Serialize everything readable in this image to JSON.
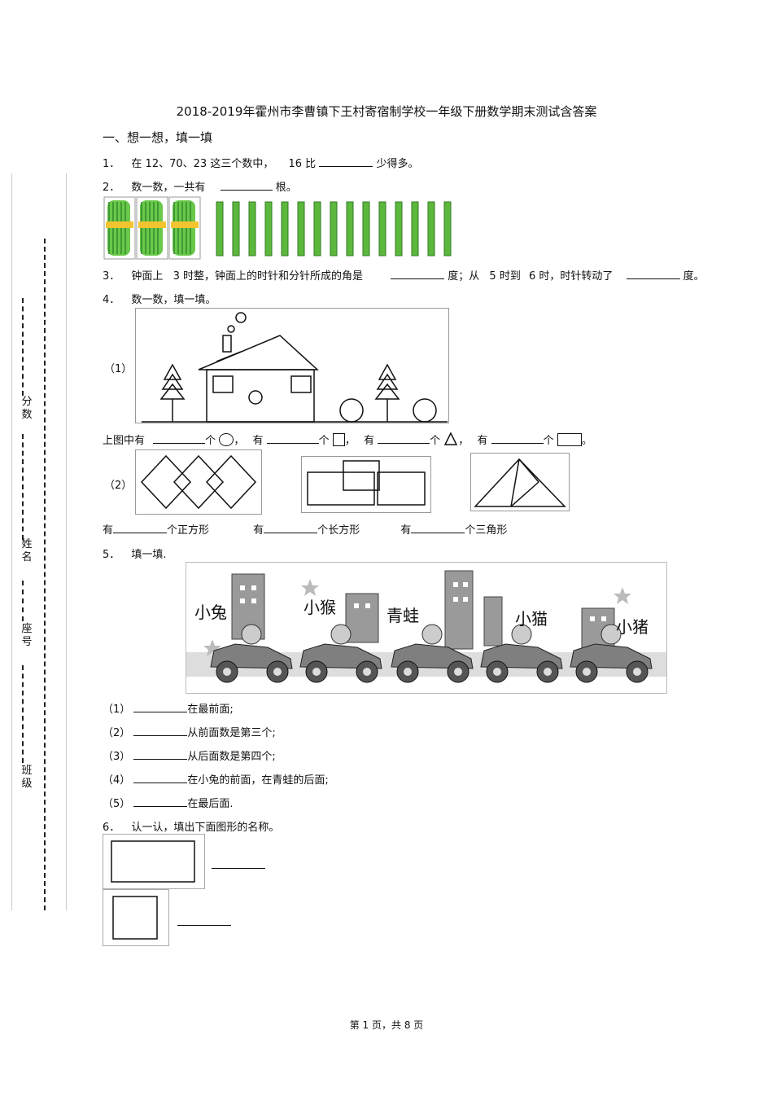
{
  "title": "2018-2019年霍州市李曹镇下王村寄宿制学校一年级下册数学期末测试含答案",
  "section1": "一、想一想，填一填",
  "q1": {
    "num": "1．",
    "text_a": "在 12、70、23 这三个数中，",
    "text_b": "16 比",
    "text_c": "少得多。"
  },
  "q2": {
    "num": "2．",
    "text_a": "数一数，一共有",
    "text_b": "根。"
  },
  "q3": {
    "num": "3．",
    "text_a": "钟面上",
    "text_b": "3 时整，钟面上的时针和分针所成的角是",
    "text_c": "度；从",
    "text_d": "5 时到",
    "text_e": "6 时，时针转动了",
    "text_f": "度。"
  },
  "q4": {
    "num": "4．",
    "text": "数一数，填一填。",
    "sub1": "（1）",
    "sub2": "（2）",
    "fill_a": "上图中有",
    "ge": "个",
    "you": "有",
    "comma": "，",
    "period": "。",
    "row2": [
      "有",
      "个正方形",
      "有",
      "个长方形",
      "有",
      "个三角形"
    ]
  },
  "q5": {
    "num": "5．",
    "text": "填一填.",
    "animals": [
      "小兔",
      "小猴",
      "青蛙",
      "小猫",
      "小猪"
    ],
    "items": [
      {
        "label": "（1）",
        "text": "在最前面;"
      },
      {
        "label": "（2）",
        "text": "从前面数是第三个;"
      },
      {
        "label": "（3）",
        "text": "从后面数是第四个;"
      },
      {
        "label": "（4）",
        "text": "在小兔的前面，在青蛙的后面;"
      },
      {
        "label": "（5）",
        "text": "在最后面."
      }
    ]
  },
  "q6": {
    "num": "6．",
    "text": "认一认，填出下面图形的名称。"
  },
  "binding": {
    "score": "分数",
    "name": "姓名",
    "seat": "座号",
    "class": "班级"
  },
  "footer": "第 1 页，共 8 页"
}
